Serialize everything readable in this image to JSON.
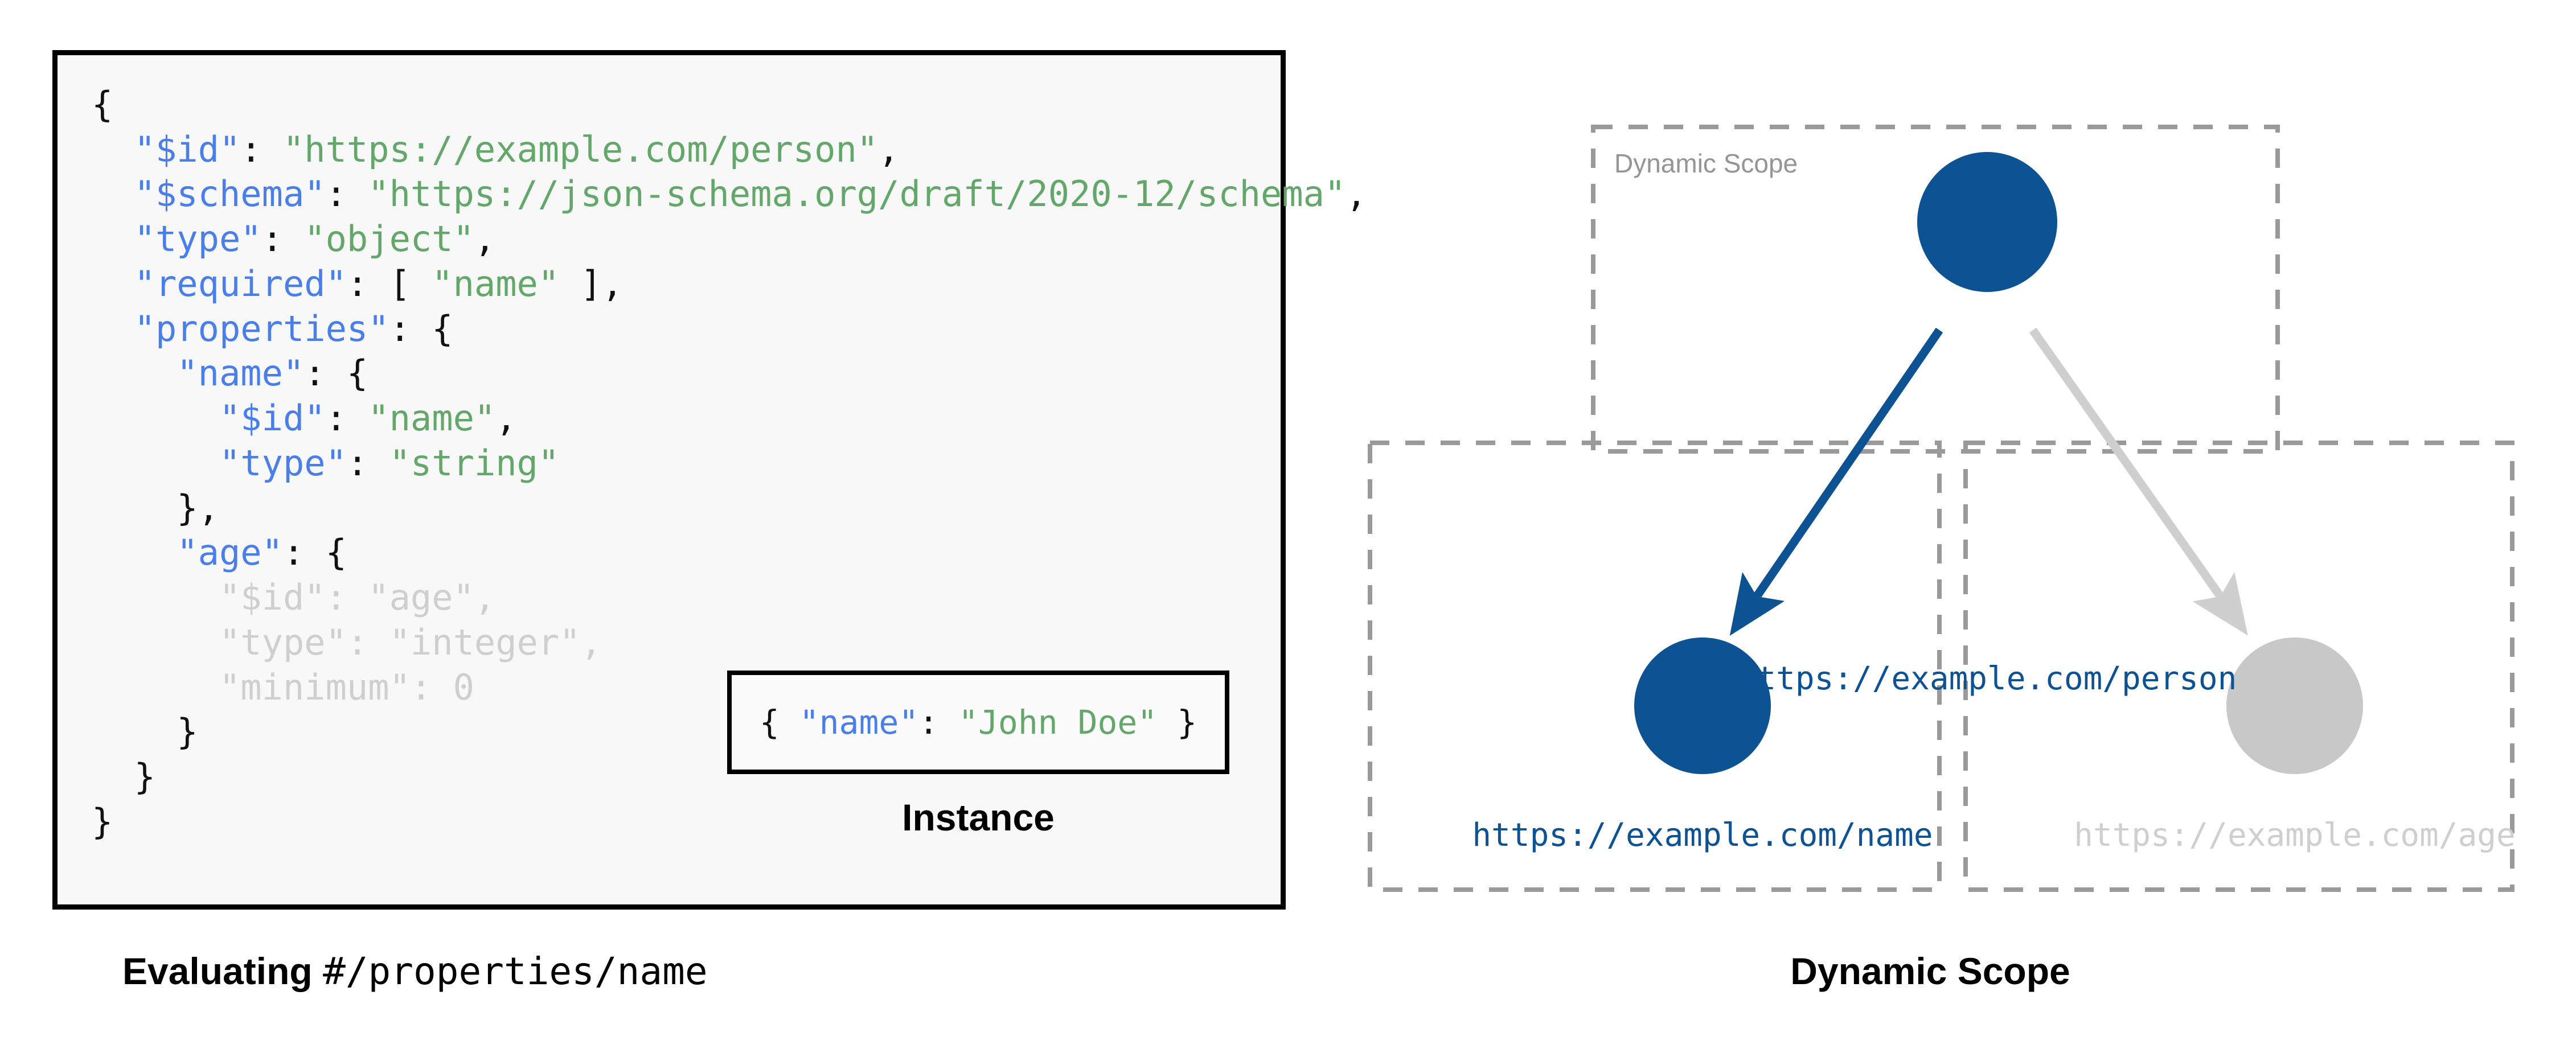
{
  "colors": {
    "json_key": "#4a7fea",
    "json_string": "#63a86a",
    "json_punct": "#111111",
    "dimmed": "#cfcfcf",
    "node_active": "#0d5394",
    "node_inactive": "#c8c8c8",
    "scope_border": "#9a9a9a",
    "panel_bg": "#f8f8f8",
    "panel_border": "#000000"
  },
  "schema_panel": {
    "lines": [
      {
        "indent": 0,
        "tokens": [
          {
            "t": "{",
            "c": "p"
          }
        ]
      },
      {
        "indent": 1,
        "tokens": [
          {
            "t": "\"$id\"",
            "c": "k"
          },
          {
            "t": ": ",
            "c": "p"
          },
          {
            "t": "\"https://example.com/person\"",
            "c": "s"
          },
          {
            "t": ",",
            "c": "p"
          }
        ]
      },
      {
        "indent": 1,
        "tokens": [
          {
            "t": "\"$schema\"",
            "c": "k"
          },
          {
            "t": ": ",
            "c": "p"
          },
          {
            "t": "\"https://json-schema.org/draft/2020-12/schema\"",
            "c": "s"
          },
          {
            "t": ",",
            "c": "p"
          }
        ]
      },
      {
        "indent": 1,
        "tokens": [
          {
            "t": "\"type\"",
            "c": "k"
          },
          {
            "t": ": ",
            "c": "p"
          },
          {
            "t": "\"object\"",
            "c": "s"
          },
          {
            "t": ",",
            "c": "p"
          }
        ]
      },
      {
        "indent": 1,
        "tokens": [
          {
            "t": "\"required\"",
            "c": "k"
          },
          {
            "t": ": [ ",
            "c": "p"
          },
          {
            "t": "\"name\"",
            "c": "s"
          },
          {
            "t": " ],",
            "c": "p"
          }
        ]
      },
      {
        "indent": 1,
        "tokens": [
          {
            "t": "\"properties\"",
            "c": "k"
          },
          {
            "t": ": {",
            "c": "p"
          }
        ]
      },
      {
        "indent": 2,
        "tokens": [
          {
            "t": "\"name\"",
            "c": "k"
          },
          {
            "t": ": {",
            "c": "p"
          }
        ]
      },
      {
        "indent": 3,
        "tokens": [
          {
            "t": "\"$id\"",
            "c": "k"
          },
          {
            "t": ": ",
            "c": "p"
          },
          {
            "t": "\"name\"",
            "c": "s"
          },
          {
            "t": ",",
            "c": "p"
          }
        ]
      },
      {
        "indent": 3,
        "tokens": [
          {
            "t": "\"type\"",
            "c": "k"
          },
          {
            "t": ": ",
            "c": "p"
          },
          {
            "t": "\"string\"",
            "c": "s"
          }
        ]
      },
      {
        "indent": 2,
        "tokens": [
          {
            "t": "},",
            "c": "p"
          }
        ]
      },
      {
        "indent": 2,
        "tokens": [
          {
            "t": "\"age\"",
            "c": "k"
          },
          {
            "t": ": {",
            "c": "p"
          }
        ]
      },
      {
        "indent": 3,
        "tokens": [
          {
            "t": "\"$id\"",
            "c": "dim-k"
          },
          {
            "t": ": ",
            "c": "dim-p"
          },
          {
            "t": "\"age\"",
            "c": "dim-s"
          },
          {
            "t": ",",
            "c": "dim-p"
          }
        ]
      },
      {
        "indent": 3,
        "tokens": [
          {
            "t": "\"type\"",
            "c": "dim-k"
          },
          {
            "t": ": ",
            "c": "dim-p"
          },
          {
            "t": "\"integer\"",
            "c": "dim-s"
          },
          {
            "t": ",",
            "c": "dim-p"
          }
        ]
      },
      {
        "indent": 3,
        "tokens": [
          {
            "t": "\"minimum\"",
            "c": "dim-k"
          },
          {
            "t": ": ",
            "c": "dim-p"
          },
          {
            "t": "0",
            "c": "dim-n"
          }
        ]
      },
      {
        "indent": 2,
        "tokens": [
          {
            "t": "}",
            "c": "p"
          }
        ]
      },
      {
        "indent": 1,
        "tokens": [
          {
            "t": "}",
            "c": "p"
          }
        ]
      },
      {
        "indent": 0,
        "tokens": [
          {
            "t": "}",
            "c": "p"
          }
        ]
      }
    ]
  },
  "instance": {
    "code_tokens": [
      {
        "t": "{ ",
        "c": "p"
      },
      {
        "t": "\"name\"",
        "c": "k"
      },
      {
        "t": ": ",
        "c": "p"
      },
      {
        "t": "\"John Doe\"",
        "c": "s"
      },
      {
        "t": " }",
        "c": "p"
      }
    ],
    "caption": "Instance"
  },
  "left_caption": {
    "bold_part": "Evaluating ",
    "mono_part": "#/properties/name"
  },
  "diagram": {
    "scope_label": "Dynamic Scope",
    "caption": "Dynamic Scope",
    "nodes": [
      {
        "id": "person",
        "label": "https://example.com/person",
        "state": "active"
      },
      {
        "id": "name",
        "label": "https://example.com/name",
        "state": "active"
      },
      {
        "id": "age",
        "label": "https://example.com/age",
        "state": "inactive"
      }
    ],
    "edges": [
      {
        "from": "person",
        "to": "name",
        "state": "active"
      },
      {
        "from": "person",
        "to": "age",
        "state": "inactive"
      }
    ]
  }
}
